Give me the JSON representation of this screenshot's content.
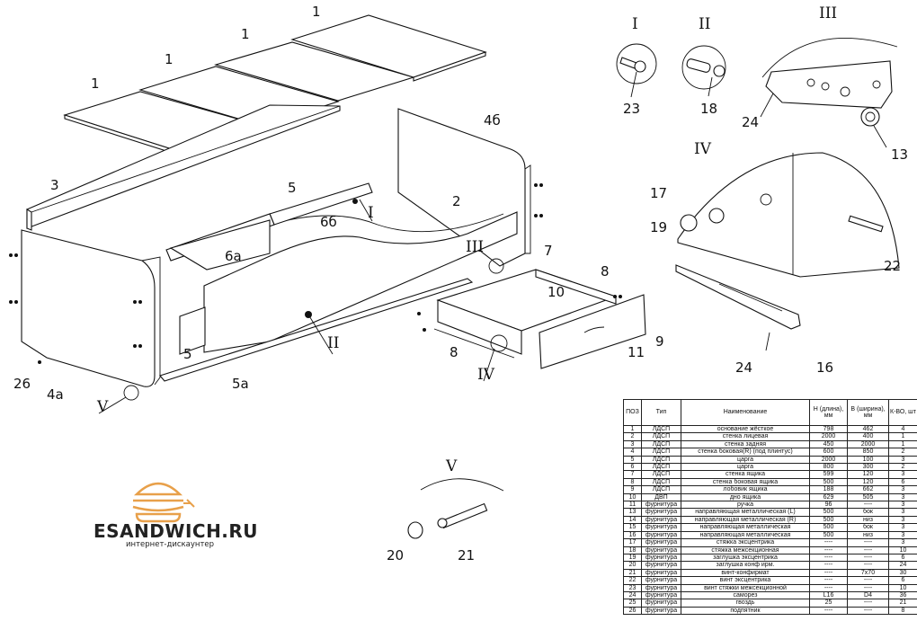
{
  "colors": {
    "line": "#111111",
    "logo_accent": "#e8a04a",
    "background": "#ffffff"
  },
  "labels": {
    "l1": "1",
    "l1b": "1",
    "l1c": "1",
    "l1d": "1",
    "l3": "3",
    "l5": "5",
    "l5b": "5",
    "l5a": "5а",
    "l6a": "6а",
    "l6b": "6б",
    "l4b": "4б",
    "l4a": "4а",
    "l2": "2",
    "l7": "7",
    "l8": "8",
    "l8b": "8",
    "l9": "9",
    "l10": "10",
    "l11": "11",
    "l26": "26",
    "l23": "23",
    "l18": "18",
    "l24": "24",
    "l24b": "24",
    "l13": "13",
    "l17": "17",
    "l19": "19",
    "l22": "22",
    "l16": "16",
    "l20": "20",
    "l21": "21"
  },
  "callouts": {
    "I": "I",
    "II": "II",
    "III": "III",
    "IV": "IV",
    "V": "V",
    "I_main": "I",
    "II_main": "II",
    "III_main": "III",
    "IV_main": "IV",
    "V_main": "V"
  },
  "logo": {
    "name": "ESANDWICH.RU",
    "tagline": "интернет-дискаунтер"
  },
  "bom": {
    "headers": [
      "ПОЗ",
      "Тип",
      "Наименование",
      "Н (длина), мм",
      "В (ширина), мм",
      "К-ВО, шт"
    ],
    "rows": [
      [
        "1",
        "ЛДСП",
        "основание жёсткое",
        "798",
        "462",
        "4"
      ],
      [
        "2",
        "ЛДСП",
        "стенка лицевая",
        "2000",
        "400",
        "1"
      ],
      [
        "3",
        "ЛДСП",
        "стенка задняя",
        "450",
        "2000",
        "1"
      ],
      [
        "4",
        "ЛДСП",
        "стенка боковая(R) (под плинтус)",
        "600",
        "850",
        "2"
      ],
      [
        "5",
        "ЛДСП",
        "царга",
        "2000",
        "100",
        "3"
      ],
      [
        "6",
        "ЛДСП",
        "царга",
        "800",
        "300",
        "2"
      ],
      [
        "7",
        "ЛДСП",
        "стенка ящика",
        "599",
        "120",
        "3"
      ],
      [
        "8",
        "ЛДСП",
        "стенка боковая ящика",
        "500",
        "120",
        "6"
      ],
      [
        "9",
        "ЛДСП",
        "лобовик ящика",
        "188",
        "662",
        "3"
      ],
      [
        "10",
        "ДВП",
        "дно ящика",
        "629",
        "505",
        "3"
      ],
      [
        "11",
        "фурнитура",
        "ручка",
        "96",
        "----",
        "3"
      ],
      [
        "13",
        "фурнитура",
        "направляющая металлическая (L)",
        "500",
        "бок",
        "3"
      ],
      [
        "14",
        "фурнитура",
        "направляющая металлическая (R)",
        "500",
        "низ",
        "3"
      ],
      [
        "15",
        "фурнитура",
        "направляющая металлическая",
        "500",
        "бок",
        "3"
      ],
      [
        "16",
        "фурнитура",
        "направляющая металлическая",
        "500",
        "низ",
        "3"
      ],
      [
        "17",
        "фурнитура",
        "стяжка эксцентрика",
        "----",
        "----",
        "3"
      ],
      [
        "18",
        "фурнитура",
        "стяжка межсекционная",
        "----",
        "----",
        "10"
      ],
      [
        "19",
        "фурнитура",
        "заглушка эксцентрика",
        "----",
        "----",
        "6"
      ],
      [
        "20",
        "фурнитура",
        "заглушка конф ирм.",
        "----",
        "----",
        "24"
      ],
      [
        "21",
        "фурнитура",
        "винт-конфирмат",
        "----",
        "7х70",
        "30"
      ],
      [
        "22",
        "фурнитура",
        "винт эксцентрика",
        "----",
        "----",
        "6"
      ],
      [
        "23",
        "фурнитура",
        "винт стяжки межсекционной",
        "----",
        "----",
        "10"
      ],
      [
        "24",
        "фурнитура",
        "саморез",
        "L16",
        "D4",
        "36"
      ],
      [
        "25",
        "фурнитура",
        "гвоздь",
        "25",
        "----",
        "21"
      ],
      [
        "26",
        "фурнитура",
        "подпятник",
        "----",
        "----",
        "8"
      ]
    ]
  }
}
